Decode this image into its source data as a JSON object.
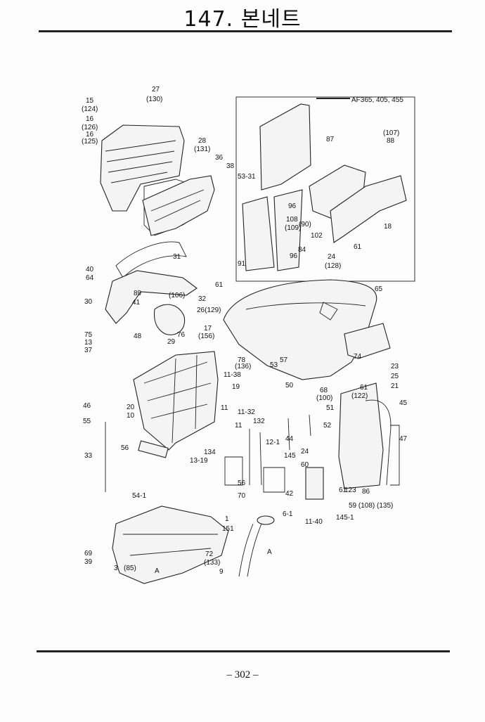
{
  "title": "147. 본네트",
  "page_number": "– 302 –",
  "header_note": "AF365, 405, 455",
  "callouts": [
    "27",
    "(130)",
    "15",
    "(124)",
    "16",
    "(126)",
    "16",
    "(125)",
    "28",
    "(131)",
    "36",
    "38",
    "53-31",
    "87",
    "(107)",
    "88",
    "108",
    "(90)",
    "(109)",
    "96",
    "102",
    "84",
    "96",
    "18",
    "91",
    "24",
    "(128)",
    "61",
    "31",
    "40",
    "64",
    "89",
    "(106)",
    "61",
    "32",
    "26(129)",
    "30",
    "41",
    "76",
    "17",
    "(156)",
    "75",
    "13",
    "37",
    "48",
    "29",
    "65",
    "78",
    "(136)",
    "11-38",
    "57",
    "53",
    "19",
    "50",
    "68",
    "(100)",
    "61",
    "(122)",
    "23",
    "25",
    "21",
    "74",
    "46",
    "20",
    "10",
    "55",
    "51",
    "56",
    "11",
    "11-32",
    "132",
    "52",
    "45",
    "11",
    "44",
    "12-1",
    "24",
    "47",
    "33",
    "134",
    "13-19",
    "145",
    "60",
    "56",
    "70",
    "42",
    "54-1",
    "1",
    "151",
    "6-1",
    "61",
    "123",
    "86",
    "59 (108) (135)",
    "11-40",
    "145-1",
    "69",
    "39",
    "3",
    "(85)",
    "72",
    "(133)",
    "9",
    "A",
    "A"
  ]
}
